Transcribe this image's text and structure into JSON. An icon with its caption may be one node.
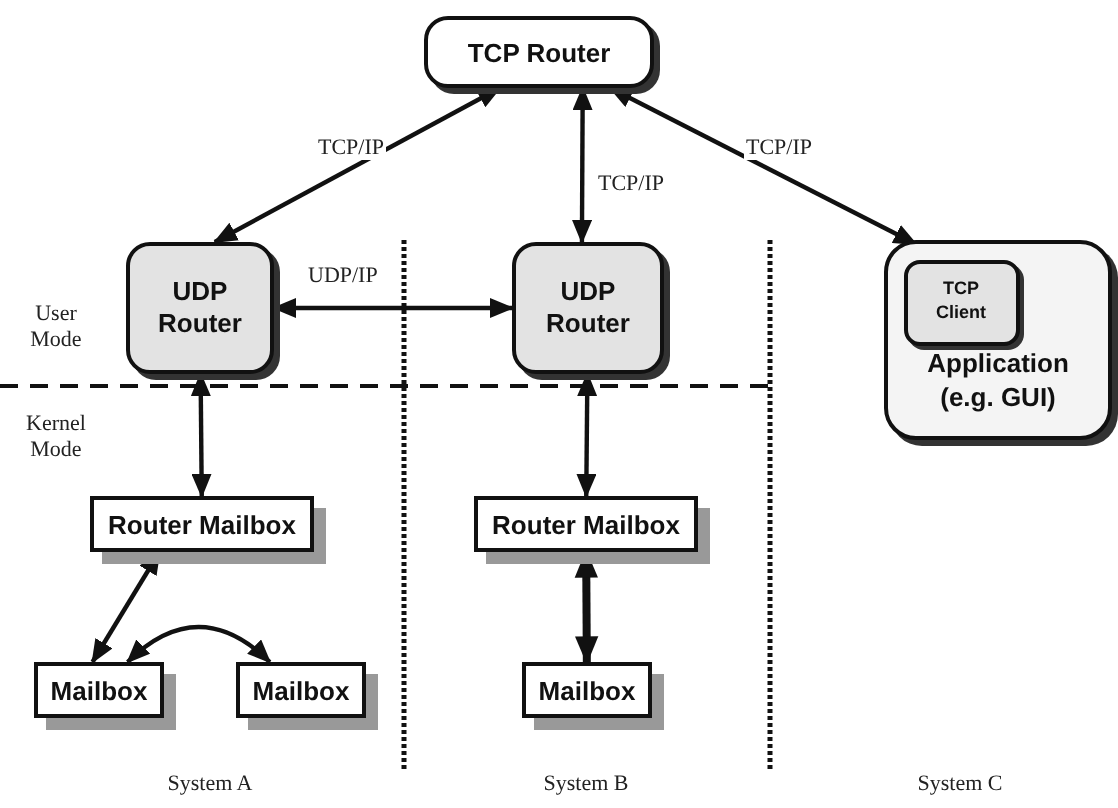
{
  "diagram": {
    "nodes": [
      {
        "text": [
          "TCP Router"
        ]
      },
      {
        "text": [
          "UDP Router"
        ]
      },
      {
        "text": [
          "UDP Router"
        ]
      },
      {
        "text": [
          "Application (e.g. GUI)"
        ]
      },
      {
        "text": [
          "TCP Client"
        ],
        "in": 3
      },
      {
        "text": [
          "Router Mailbox"
        ]
      },
      {
        "text": [
          "Router Mailbox"
        ]
      },
      {
        "text": [
          "Mailbox"
        ]
      },
      {
        "text": [
          "Mailbox"
        ]
      },
      {
        "text": [
          "Mailbox"
        ]
      }
    ],
    "edges": [
      {
        "from": 0,
        "to": 1,
        "arrow": "both",
        "label": "TCP/IP"
      },
      {
        "from": 0,
        "to": 2,
        "arrow": "both",
        "label": "TCP/IP"
      },
      {
        "from": 0,
        "to": 3,
        "arrow": "both",
        "label": "TCP/IP"
      },
      {
        "from": 1,
        "to": 2,
        "arrow": "both",
        "label": "UDP/IP"
      },
      {
        "from": 1,
        "to": 5,
        "arrow": "both"
      },
      {
        "from": 2,
        "to": 6,
        "arrow": "both"
      },
      {
        "from": 5,
        "to": 7,
        "arrow": "both"
      },
      {
        "from": 7,
        "to": 8,
        "arrow": "both"
      },
      {
        "from": 6,
        "to": 9,
        "arrow": "both",
        "style": "thick"
      }
    ],
    "labels": [
      "User Mode",
      "Kernel Mode",
      "System A",
      "System B",
      "System C"
    ]
  }
}
